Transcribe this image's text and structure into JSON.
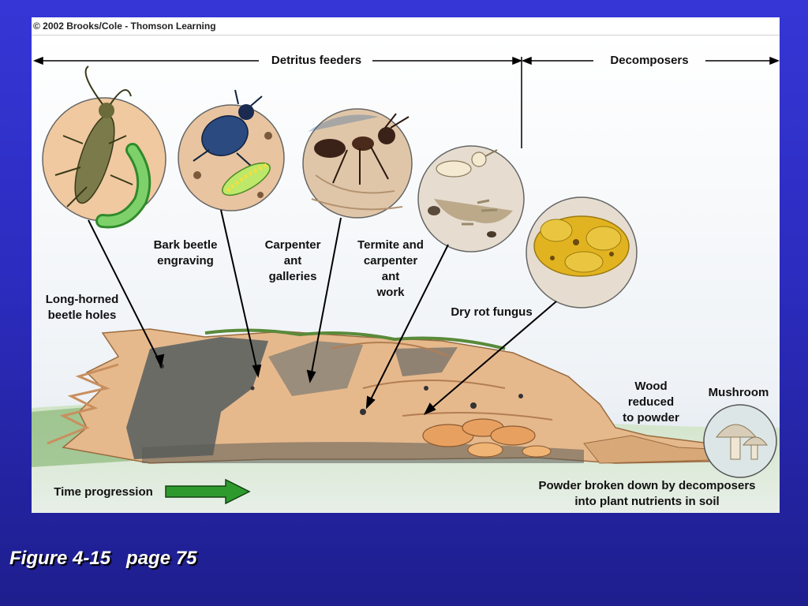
{
  "copyright": "© 2002 Brooks/Cole - Thomson Learning",
  "headers": {
    "detritus": "Detritus feeders",
    "decomposers": "Decomposers"
  },
  "labels": {
    "long_horned": "Long-horned\nbeetle holes",
    "bark_beetle": "Bark beetle\nengraving",
    "carpenter_ant": "Carpenter\nant\ngalleries",
    "termite": "Termite and\ncarpenter\nant\nwork",
    "dry_rot": "Dry rot fungus",
    "wood_powder": "Wood\nreduced\nto powder",
    "mushroom": "Mushroom",
    "powder_broken": "Powder broken down by decomposers\ninto plant nutrients in soil",
    "time": "Time progression"
  },
  "caption": "Figure 4-15   page 75",
  "colors": {
    "background_blue": "#2c2cc0",
    "arrow_green": "#2e9a2e",
    "log_bark": "#6b6b66",
    "log_wood": "#e6b98d",
    "ground": "#d9e8d8",
    "fungus_yellow": "#e2b320"
  },
  "icons": [
    "long-horned-beetle-icon",
    "bark-beetle-icon",
    "carpenter-ant-icon",
    "termite-icon",
    "dry-rot-fungus-icon",
    "mushroom-icon",
    "rotting-log-icon",
    "time-arrow-icon"
  ]
}
